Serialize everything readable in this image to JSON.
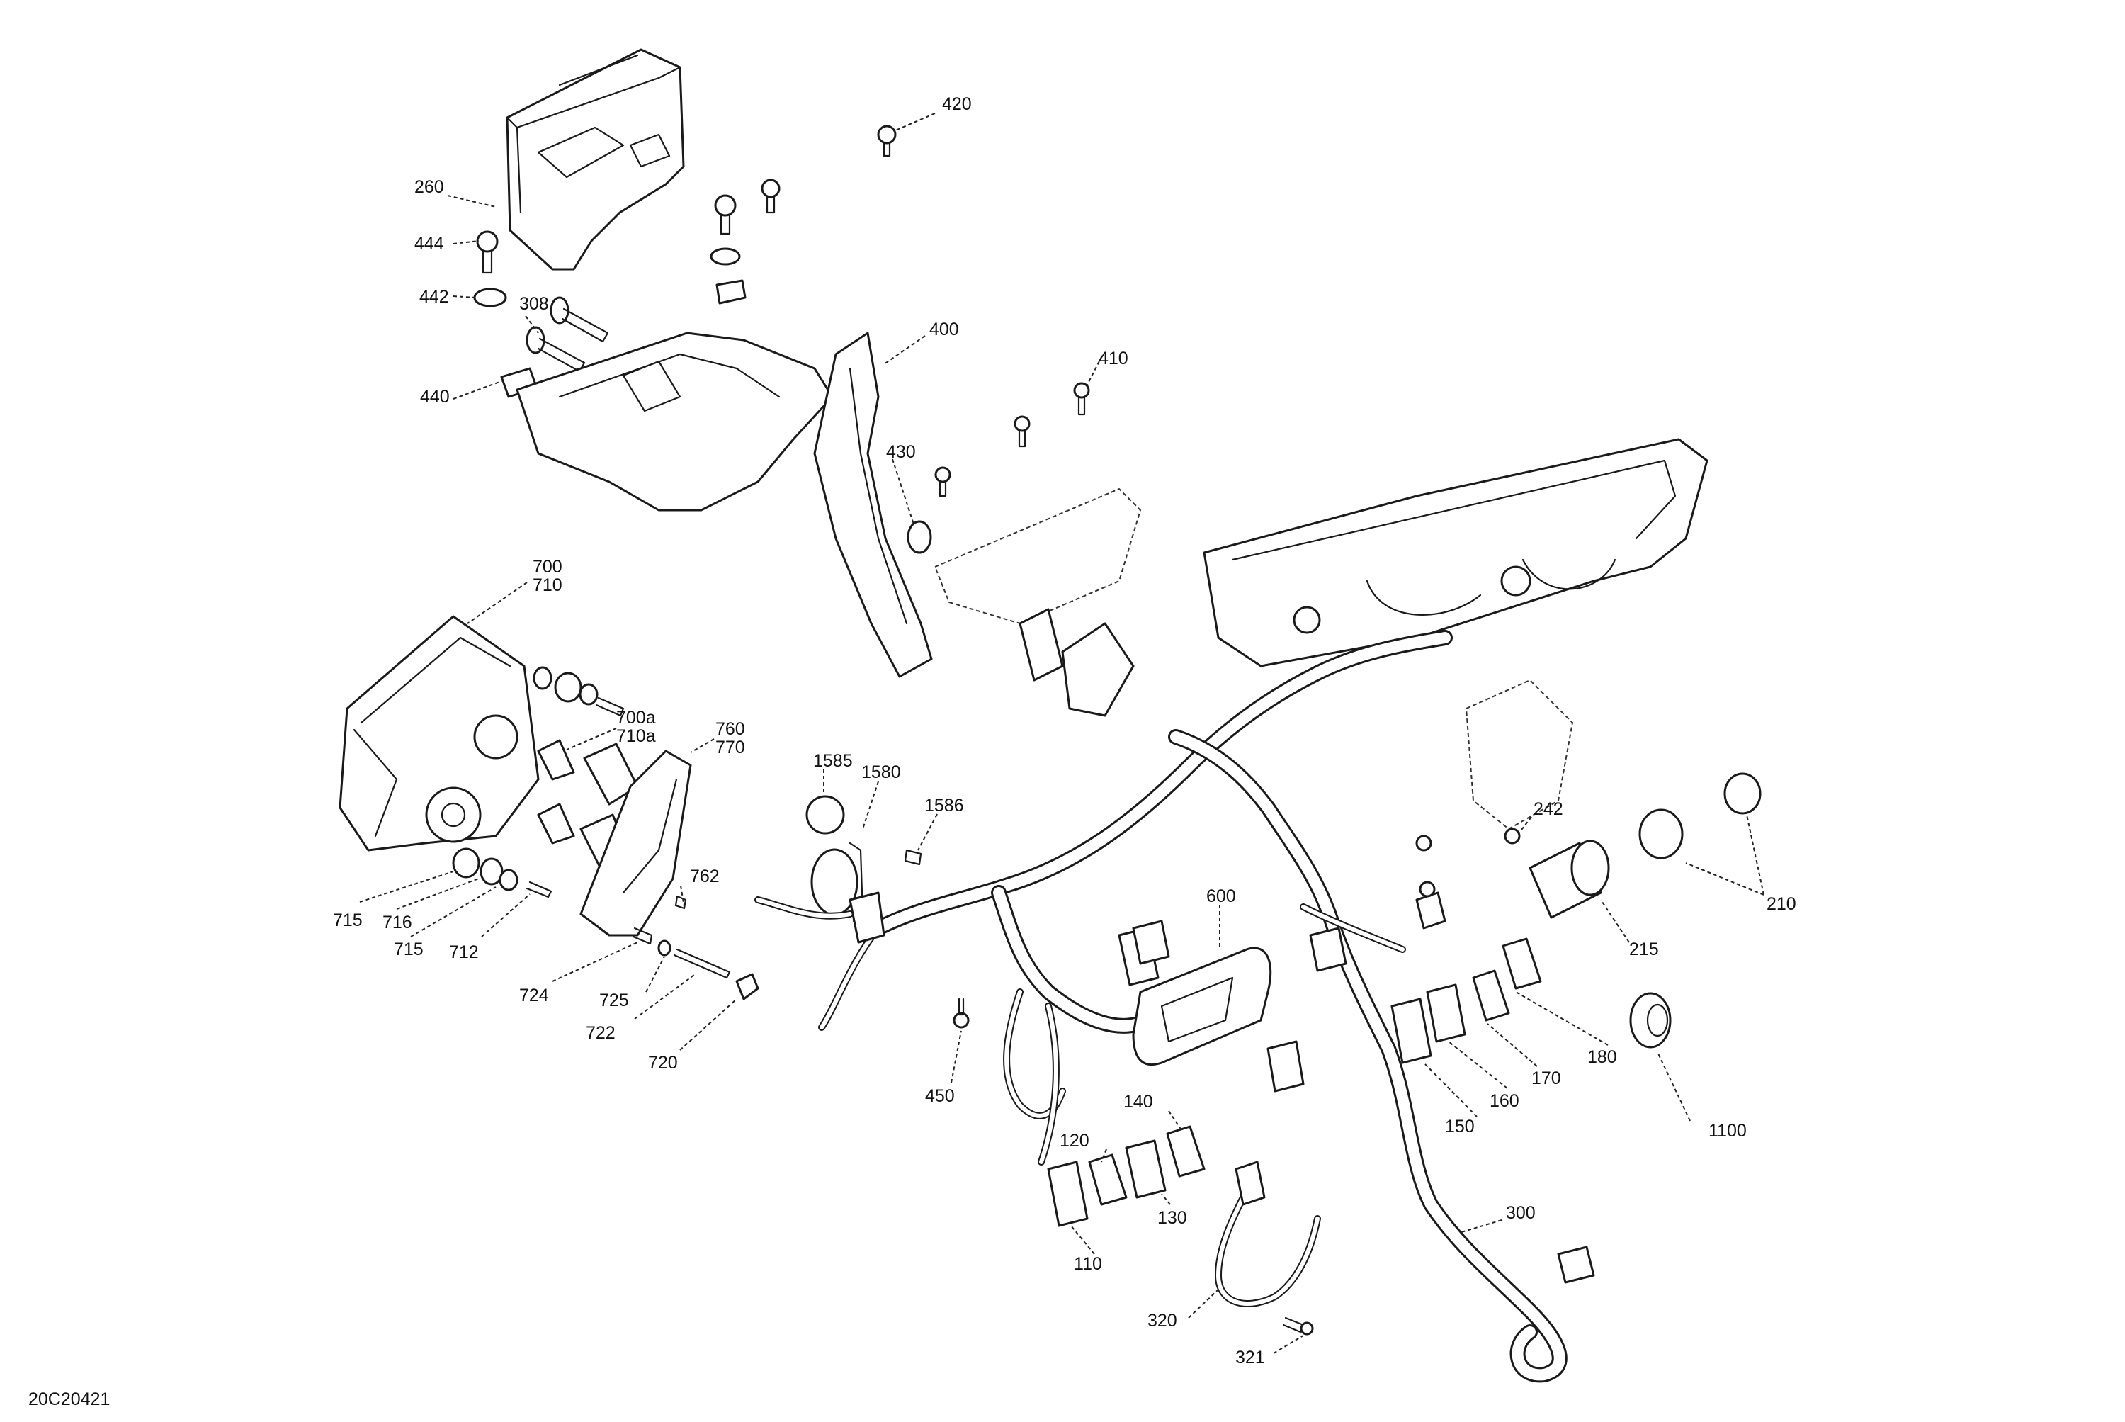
{
  "diagram": {
    "title": "Electrical - Dashboard / Headlights / Wiring Harness exploded view",
    "document_ref": "20C20421",
    "style": {
      "line_color": "#1a1a1a",
      "background": "#ffffff",
      "hover_color": "#c00000"
    },
    "callouts": [
      {
        "id": "c420",
        "label": "420"
      },
      {
        "id": "c260",
        "label": "260"
      },
      {
        "id": "c444",
        "label": "444"
      },
      {
        "id": "c442",
        "label": "442"
      },
      {
        "id": "c308",
        "label": "308"
      },
      {
        "id": "c400",
        "label": "400"
      },
      {
        "id": "c440",
        "label": "440"
      },
      {
        "id": "c410",
        "label": "410"
      },
      {
        "id": "c430",
        "label": "430"
      },
      {
        "id": "c700",
        "label": "700"
      },
      {
        "id": "c710",
        "label": "710"
      },
      {
        "id": "c700a",
        "label": "700a"
      },
      {
        "id": "c710a",
        "label": "710a"
      },
      {
        "id": "c760",
        "label": "760"
      },
      {
        "id": "c770",
        "label": "770"
      },
      {
        "id": "c1585",
        "label": "1585"
      },
      {
        "id": "c1580",
        "label": "1580"
      },
      {
        "id": "c1586",
        "label": "1586"
      },
      {
        "id": "c242",
        "label": "242"
      },
      {
        "id": "c210",
        "label": "210"
      },
      {
        "id": "c215",
        "label": "215"
      },
      {
        "id": "c762",
        "label": "762"
      },
      {
        "id": "c715a",
        "label": "715"
      },
      {
        "id": "c716",
        "label": "716"
      },
      {
        "id": "c715b",
        "label": "715"
      },
      {
        "id": "c712",
        "label": "712"
      },
      {
        "id": "c724",
        "label": "724"
      },
      {
        "id": "c725",
        "label": "725"
      },
      {
        "id": "c722",
        "label": "722"
      },
      {
        "id": "c720",
        "label": "720"
      },
      {
        "id": "c600",
        "label": "600"
      },
      {
        "id": "c450",
        "label": "450"
      },
      {
        "id": "c180",
        "label": "180"
      },
      {
        "id": "c170",
        "label": "170"
      },
      {
        "id": "c160",
        "label": "160"
      },
      {
        "id": "c150",
        "label": "150"
      },
      {
        "id": "c1100",
        "label": "1100"
      },
      {
        "id": "c140",
        "label": "140"
      },
      {
        "id": "c120",
        "label": "120"
      },
      {
        "id": "c130",
        "label": "130"
      },
      {
        "id": "c110",
        "label": "110"
      },
      {
        "id": "c300",
        "label": "300"
      },
      {
        "id": "c320",
        "label": "320"
      },
      {
        "id": "c321",
        "label": "321"
      }
    ]
  }
}
